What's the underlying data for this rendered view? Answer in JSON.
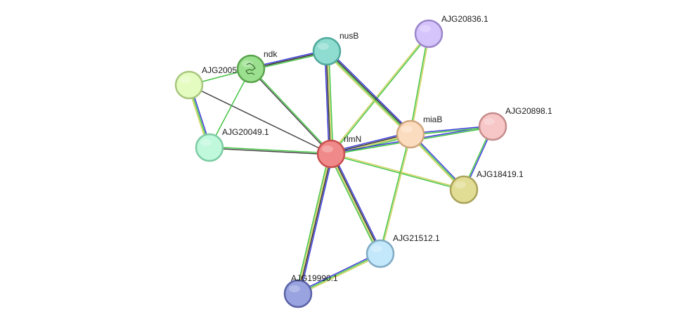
{
  "network": {
    "nodes": [
      {
        "id": "rlmN",
        "label": "rlmN",
        "fill": "#f08a8a",
        "stroke": "#c94f4f",
        "icon": "none"
      },
      {
        "id": "nusB",
        "label": "nusB",
        "fill": "#8fdcd0",
        "stroke": "#4fa89c",
        "icon": "none"
      },
      {
        "id": "ndk",
        "label": "ndk",
        "fill": "#9be08e",
        "stroke": "#5aa34d",
        "icon": "protein-structure-icon"
      },
      {
        "id": "AJG2005",
        "label": "AJG2005",
        "fill": "#e5fcc0",
        "stroke": "#a8c77e",
        "icon": "none"
      },
      {
        "id": "AJG20049.1",
        "label": "AJG20049.1",
        "fill": "#c0f8dc",
        "stroke": "#7ccca3",
        "icon": "none"
      },
      {
        "id": "AJG20836.1",
        "label": "AJG20836.1",
        "fill": "#d5c3fb",
        "stroke": "#9b86c9",
        "icon": "none"
      },
      {
        "id": "miaB",
        "label": "miaB",
        "fill": "#fcdcbf",
        "stroke": "#d1a67f",
        "icon": "none"
      },
      {
        "id": "AJG20898.1",
        "label": "AJG20898.1",
        "fill": "#f7c6c6",
        "stroke": "#c68c8c",
        "icon": "none"
      },
      {
        "id": "AJG18419.1",
        "label": "AJG18419.1",
        "fill": "#e2dd95",
        "stroke": "#aaa35a",
        "icon": "none"
      },
      {
        "id": "AJG21512.1",
        "label": "AJG21512.1",
        "fill": "#c3e7fb",
        "stroke": "#80aac4",
        "icon": "none"
      },
      {
        "id": "AJG19990.1",
        "label": "AJG19990.1",
        "fill": "#99a3e0",
        "stroke": "#5a62a6",
        "icon": "none"
      }
    ],
    "edges": [
      {
        "source": "rlmN",
        "target": "nusB",
        "channels": [
          "#3a3ad8",
          "#2a2a2a",
          "#d0d05a",
          "#44c444"
        ]
      },
      {
        "source": "rlmN",
        "target": "ndk",
        "channels": [
          "#444444",
          "#44c444"
        ]
      },
      {
        "source": "rlmN",
        "target": "AJG2005",
        "channels": [
          "#444444"
        ]
      },
      {
        "source": "rlmN",
        "target": "AJG20049.1",
        "channels": [
          "#444444",
          "#44c444"
        ]
      },
      {
        "source": "rlmN",
        "target": "AJG20836.1",
        "channels": [
          "#d0d05a",
          "#44c444"
        ]
      },
      {
        "source": "rlmN",
        "target": "miaB",
        "channels": [
          "#3a3ad8",
          "#2a2a2a",
          "#d0d05a",
          "#44c444"
        ]
      },
      {
        "source": "rlmN",
        "target": "AJG20898.1",
        "channels": [
          "#3a3ad8",
          "#44c444"
        ]
      },
      {
        "source": "rlmN",
        "target": "AJG18419.1",
        "channels": [
          "#d0d05a",
          "#44c444"
        ]
      },
      {
        "source": "rlmN",
        "target": "AJG21512.1",
        "channels": [
          "#3a3ad8",
          "#2a2a2a",
          "#d0d05a",
          "#44c444"
        ]
      },
      {
        "source": "rlmN",
        "target": "AJG19990.1",
        "channels": [
          "#3a3ad8",
          "#2a2a2a",
          "#d0d05a",
          "#44c444"
        ]
      },
      {
        "source": "ndk",
        "target": "nusB",
        "channels": [
          "#3a3ad8",
          "#2a2a2a",
          "#44c444"
        ]
      },
      {
        "source": "ndk",
        "target": "AJG2005",
        "channels": [
          "#44c444"
        ]
      },
      {
        "source": "ndk",
        "target": "AJG20049.1",
        "channels": [
          "#44c444"
        ]
      },
      {
        "source": "AJG2005",
        "target": "AJG20049.1",
        "channels": [
          "#3a3ad8",
          "#44c444",
          "#d0d05a"
        ]
      },
      {
        "source": "nusB",
        "target": "miaB",
        "channels": [
          "#3a3ad8",
          "#2a2a2a",
          "#44c444",
          "#d0d05a"
        ]
      },
      {
        "source": "AJG20836.1",
        "target": "miaB",
        "channels": [
          "#d0d05a",
          "#44c444"
        ]
      },
      {
        "source": "miaB",
        "target": "AJG20898.1",
        "channels": [
          "#3a3ad8",
          "#44c444"
        ]
      },
      {
        "source": "miaB",
        "target": "AJG18419.1",
        "channels": [
          "#3a3ad8",
          "#44c444",
          "#d0d05a"
        ]
      },
      {
        "source": "miaB",
        "target": "AJG21512.1",
        "channels": [
          "#d0d05a",
          "#44c444"
        ]
      },
      {
        "source": "AJG20898.1",
        "target": "AJG18419.1",
        "channels": [
          "#3a3ad8",
          "#44c444"
        ]
      },
      {
        "source": "AJG21512.1",
        "target": "AJG19990.1",
        "channels": [
          "#d0d05a",
          "#44c444",
          "#3a3ad8"
        ]
      }
    ]
  }
}
